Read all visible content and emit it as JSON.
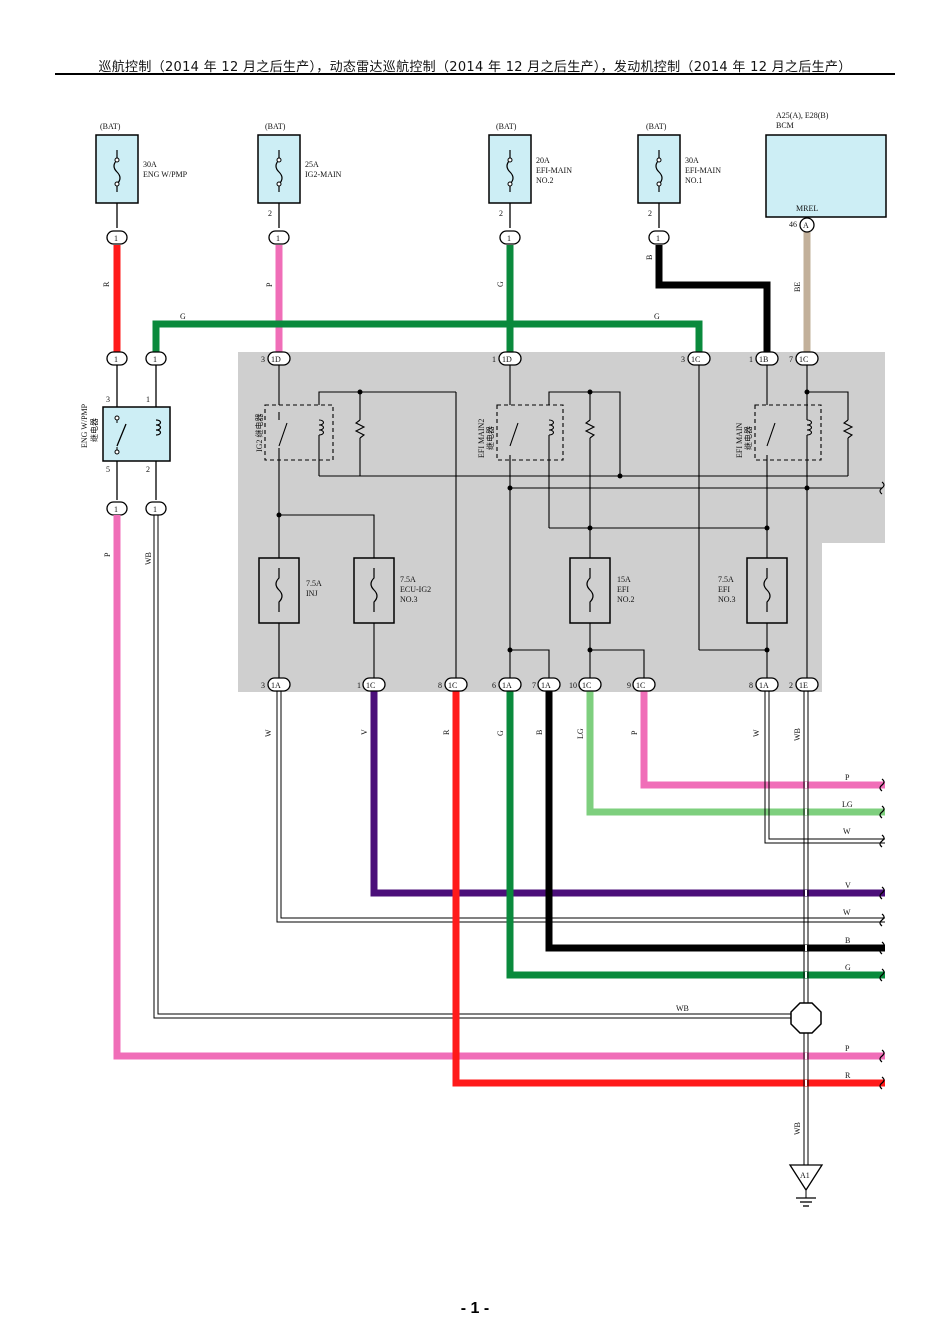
{
  "header": {
    "title": "巡航控制（2014 年 12 月之后生产），动态雷达巡航控制（2014 年 12 月之后生产），发动机控制（2014 年 12 月之后生产）"
  },
  "page_number": "- 1 -",
  "fuses_top": [
    {
      "src": "(BAT)",
      "rating": "30A",
      "name": "ENG W/PMP",
      "pin_out": "",
      "conn": "1"
    },
    {
      "src": "(BAT)",
      "rating": "25A",
      "name": "IG2-MAIN",
      "pin_out": "2",
      "conn": "1"
    },
    {
      "src": "(BAT)",
      "rating": "20A",
      "name": "EFI-MAIN",
      "name2": "NO.2",
      "pin_out": "2",
      "conn": "1"
    },
    {
      "src": "(BAT)",
      "rating": "30A",
      "name": "EFI-MAIN",
      "name2": "NO.1",
      "pin_out": "2",
      "conn": "1"
    }
  ],
  "bcm": {
    "ref": "A25(A), E28(B)",
    "name": "BCM",
    "signal": "MREL",
    "pin": "46",
    "conn": "A"
  },
  "wires_top": {
    "w1": "R",
    "w2": "P",
    "w3": "G",
    "w4": "B",
    "w5": "BE",
    "g_left": "G",
    "g_right": "G"
  },
  "jb_in": {
    "c1": "1",
    "c2": "1",
    "c3_pin": "3",
    "c3": "1D",
    "c4_pin": "1",
    "c4": "1D",
    "c5_pin": "3",
    "c5": "1C",
    "c6_pin": "1",
    "c6": "1B",
    "c7_pin": "7",
    "c7": "1C"
  },
  "eng_relay": {
    "label": "ENG W/PMP",
    "label2": "继电器",
    "p3": "3",
    "p1": "1",
    "p5": "5",
    "p2": "2",
    "c_out1": "1",
    "c_out2": "1"
  },
  "relays_jb": [
    {
      "label": "IG2 继电器"
    },
    {
      "label": "EFI MAIN2",
      "label2": "继电器"
    },
    {
      "label": "EFI MAIN",
      "label2": "继电器"
    }
  ],
  "fuses_jb": [
    {
      "rating": "7.5A",
      "name": "INJ"
    },
    {
      "rating": "7.5A",
      "name": "ECU-IG2",
      "name2": "NO.3"
    },
    {
      "rating": "15A",
      "name": "EFI",
      "name2": "NO.2"
    },
    {
      "rating": "7.5A",
      "name": "EFI",
      "name2": "NO.3"
    }
  ],
  "jb_out": [
    {
      "pin": "3",
      "conn": "1A",
      "wire": "W"
    },
    {
      "pin": "1",
      "conn": "1C",
      "wire": "V"
    },
    {
      "pin": "8",
      "conn": "1C",
      "wire": "R"
    },
    {
      "pin": "6",
      "conn": "1A",
      "wire": "G"
    },
    {
      "pin": "7",
      "conn": "1A",
      "wire": "B"
    },
    {
      "pin": "10",
      "conn": "1C",
      "wire": "LG"
    },
    {
      "pin": "9",
      "conn": "1C",
      "wire": "P"
    },
    {
      "pin": "8",
      "conn": "1A",
      "wire": "W"
    },
    {
      "pin": "2",
      "conn": "1E",
      "wire": "WB"
    }
  ],
  "left_wires": {
    "p": "P",
    "wb": "WB"
  },
  "right_exits": {
    "e1": "P",
    "e2": "LG",
    "e3": "W",
    "e4": "V",
    "e5": "W",
    "e6": "B",
    "e7": "G",
    "e8": "P",
    "e9": "R"
  },
  "wb_horiz": "WB",
  "wb_vert": "WB",
  "ground": "A1",
  "colors": {
    "red": "#ff1a1a",
    "pink": "#f06eb8",
    "green": "#0a8a3c",
    "black": "#000000",
    "beige": "#c2b09a",
    "purple": "#4b0f7a",
    "lightgreen": "#7ecf7e",
    "box_fill": "#cfcfcf",
    "fuse_fill": "#cdeef5"
  }
}
